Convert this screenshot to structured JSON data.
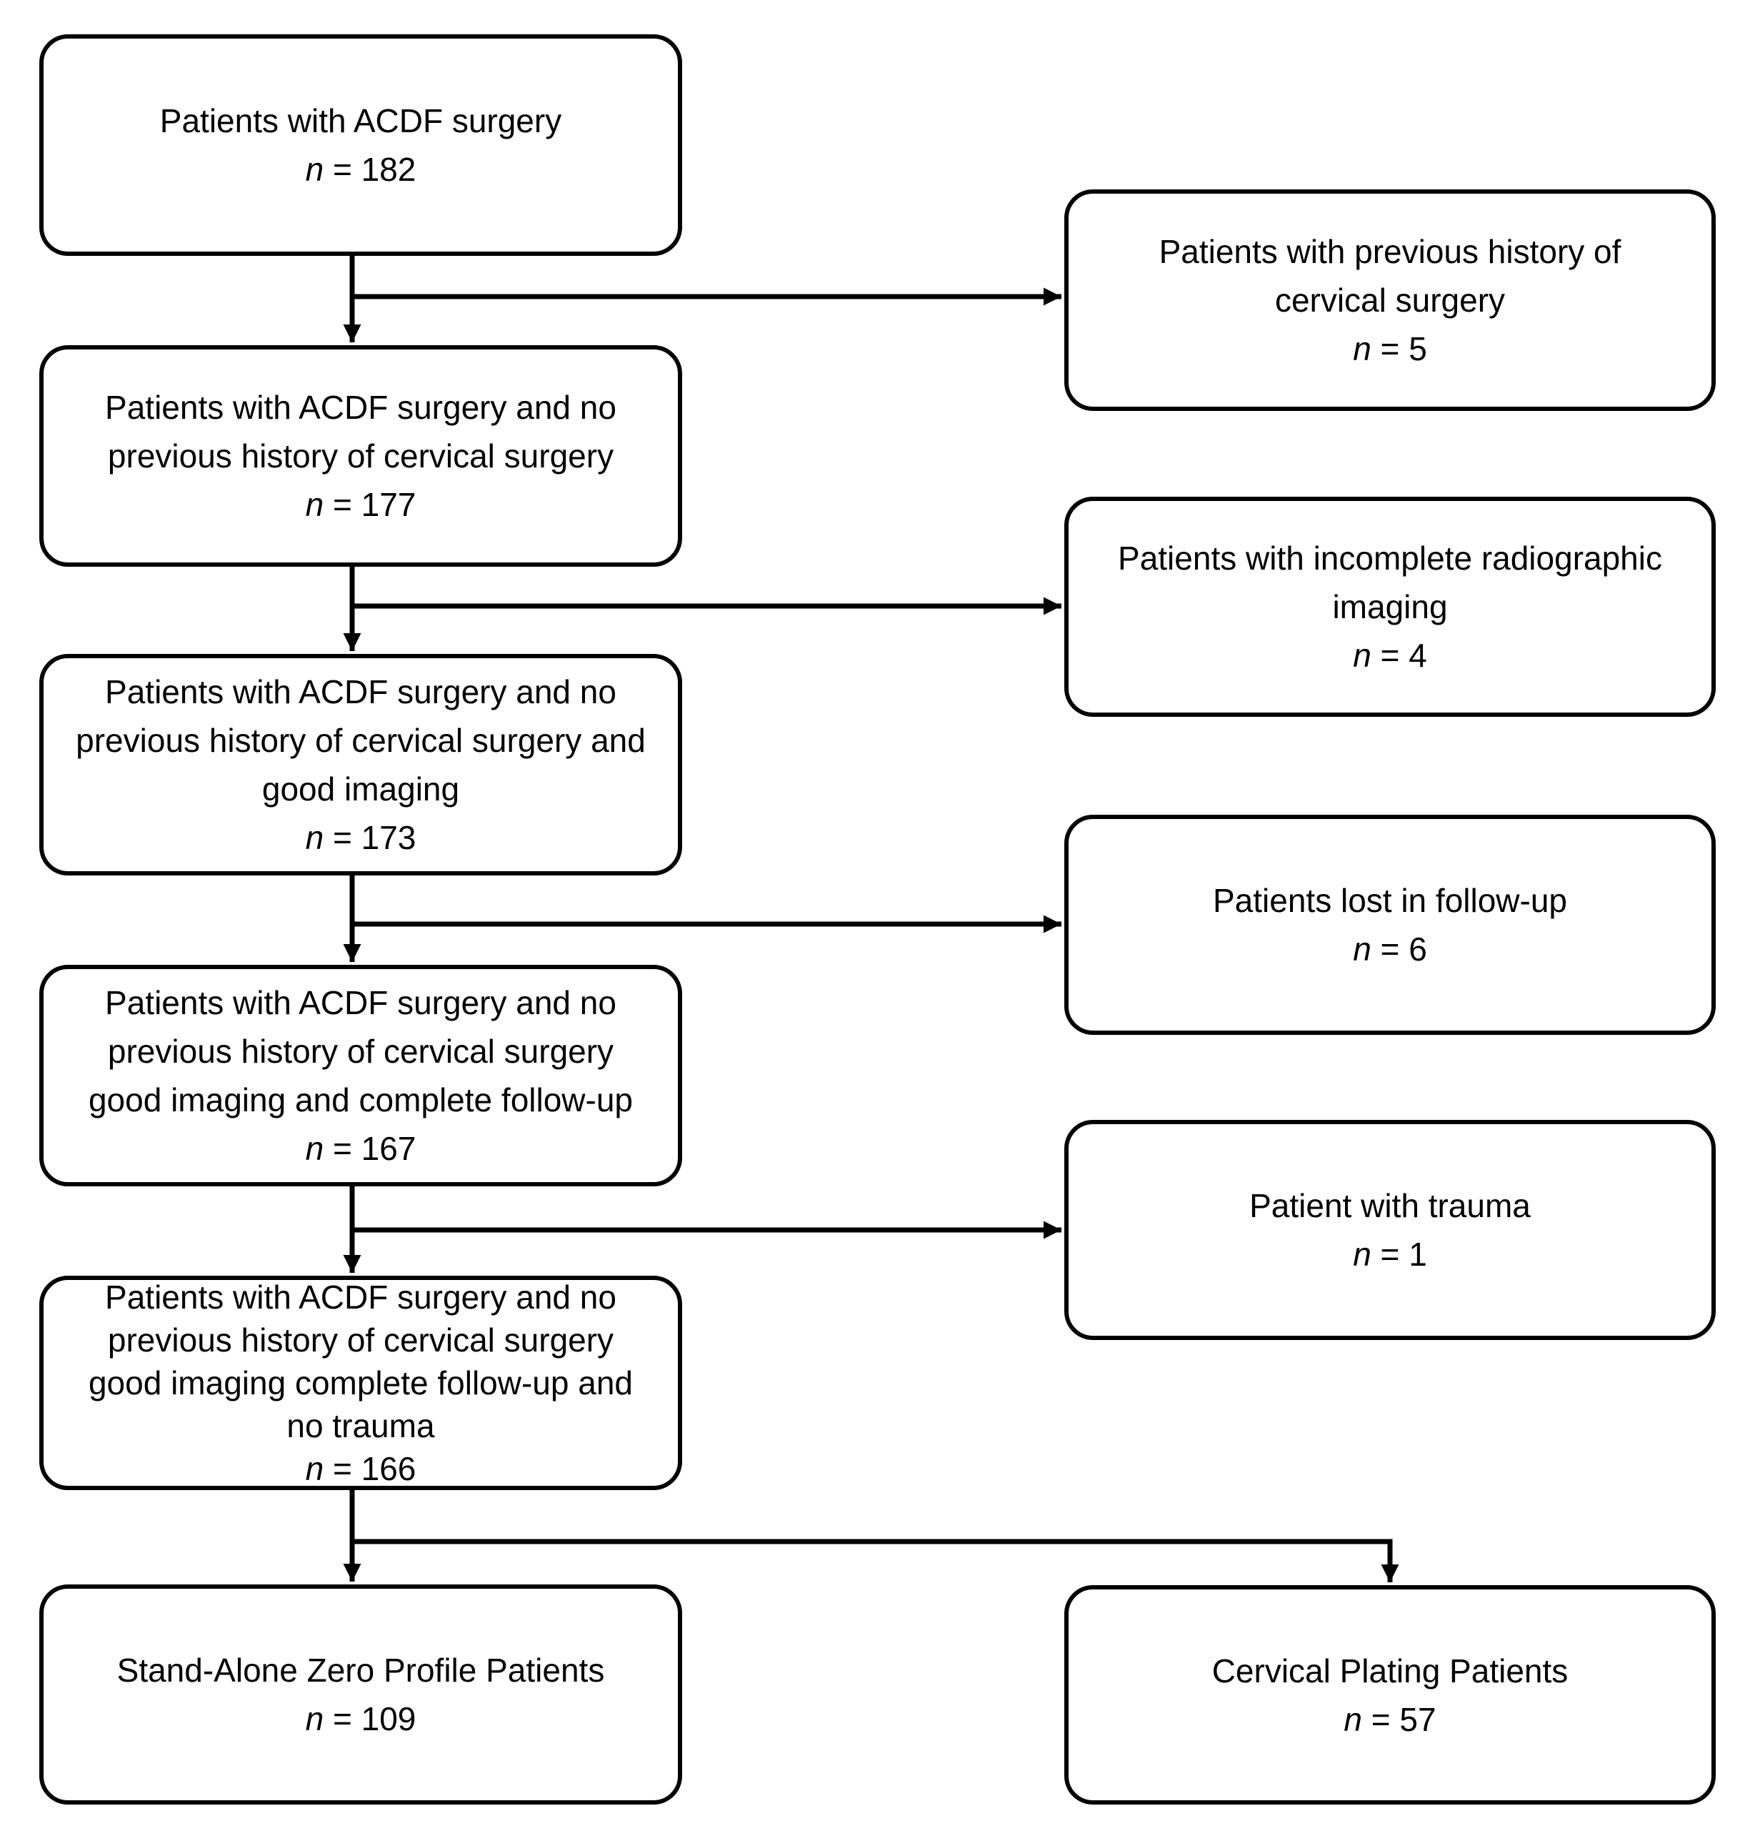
{
  "diagram": {
    "background_color": "#ffffff",
    "line_color": "#000000",
    "main_path": [
      {
        "label": "Patients with ACDF surgery",
        "n_symbol": "n",
        "n_value": " = 182"
      },
      {
        "label": "Patients with ACDF surgery and no\nprevious history of cervical surgery",
        "n_symbol": "n",
        "n_value": " = 177"
      },
      {
        "label": "Patients with ACDF surgery and no\nprevious history of cervical surgery and\ngood imaging",
        "n_symbol": "n",
        "n_value": " = 173"
      },
      {
        "label": "Patients with ACDF surgery and no\nprevious history of cervical surgery\ngood imaging and complete follow-up",
        "n_symbol": "n",
        "n_value": " = 167"
      },
      {
        "label": "Patients with ACDF surgery and no\nprevious history of cervical surgery\ngood imaging complete follow-up and\nno trauma",
        "n_symbol": "n",
        "n_value": " = 166"
      },
      {
        "label": "Stand-Alone Zero Profile Patients",
        "n_symbol": "n",
        "n_value": " = 109"
      }
    ],
    "exclusions": [
      {
        "label": "Patients with previous history of\ncervical surgery",
        "n_symbol": "n",
        "n_value": " = 5"
      },
      {
        "label": "Patients with incomplete radiographic\nimaging",
        "n_symbol": "n",
        "n_value": " = 4"
      },
      {
        "label": "Patients lost in follow-up",
        "n_symbol": "n",
        "n_value": " = 6"
      },
      {
        "label": "Patient with trauma",
        "n_symbol": "n",
        "n_value": " = 1"
      }
    ],
    "outcome_right": {
      "label": "Cervical Plating Patients",
      "n_symbol": "n",
      "n_value": " = 57"
    }
  }
}
